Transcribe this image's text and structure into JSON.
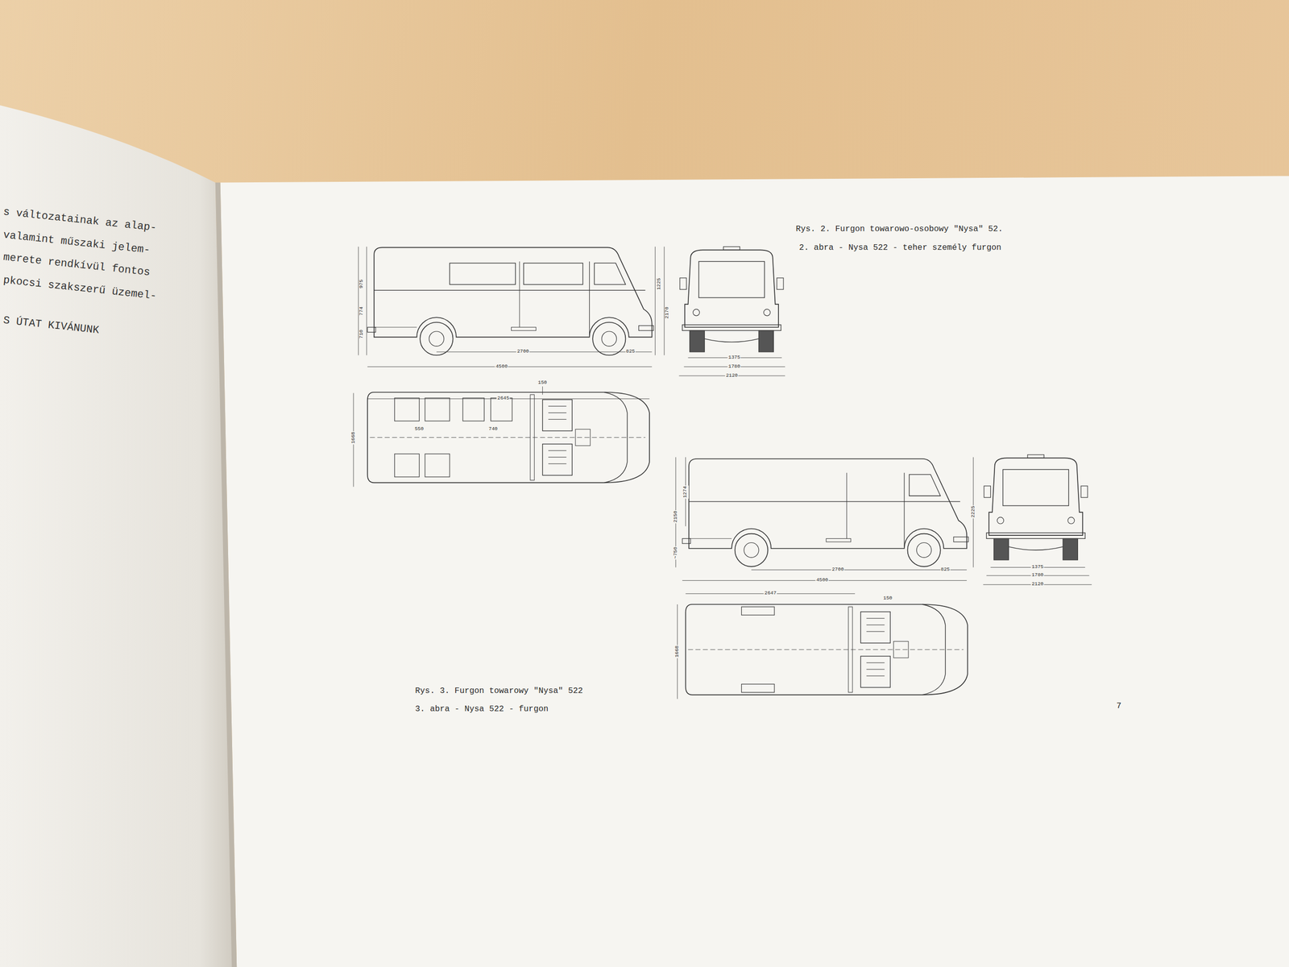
{
  "diagram": {
    "labels": [
      "s változatainak  az alap-",
      "valamint műszaki jelem-",
      "merete rendkívül fontos",
      "pkocsi szakszerű üzemel-",
      "S ÚTAT KIVÁNUNK",
      "Rys. 2. Furgon towarowo-osobowy \"Nysa\" 52.",
      "2. abra - Nysa 522 - teher személy furgon",
      "Rys. 3. Furgon towarowy \"Nysa\" 522",
      "3. abra - Nysa 522 - furgon",
      "7",
      "975",
      "774",
      "710",
      "1225",
      "2170",
      "2700",
      "825",
      "4500",
      "1375",
      "1780",
      "2120",
      "2645",
      "150",
      "1668",
      "550",
      "740",
      "1274",
      "2150",
      "~750",
      "2225",
      "2700",
      "825",
      "4500",
      "1375",
      "1780",
      "2120",
      "2647",
      "150",
      "1668"
    ]
  }
}
